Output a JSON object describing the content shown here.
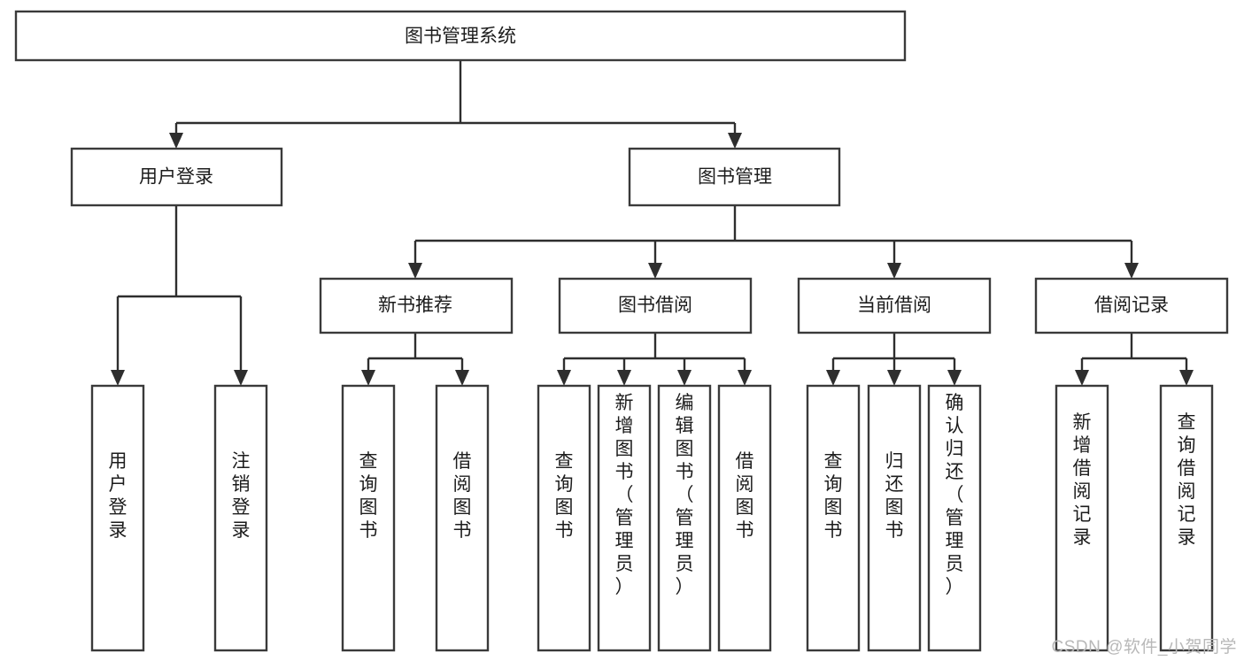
{
  "diagram": {
    "type": "tree",
    "title": "图书管理系统",
    "orientation": "top-down",
    "colors": {
      "box_stroke": "#3a3a3a",
      "box_fill": "#ffffff",
      "connector": "#2e2e2e",
      "text": "#1c1c1c",
      "watermark": "#b8b8b8",
      "background": "#ffffff"
    },
    "root": {
      "label": "图书管理系统"
    },
    "level2": [
      {
        "id": "user-login",
        "label": "用户登录"
      },
      {
        "id": "book-manage",
        "label": "图书管理"
      }
    ],
    "level3": [
      {
        "id": "new-book-recommend",
        "label": "新书推荐",
        "parent": "book-manage"
      },
      {
        "id": "book-borrow",
        "label": "图书借阅",
        "parent": "book-manage"
      },
      {
        "id": "current-borrow",
        "label": "当前借阅",
        "parent": "book-manage"
      },
      {
        "id": "borrow-record",
        "label": "借阅记录",
        "parent": "book-manage"
      }
    ],
    "leaves": {
      "user-login": [
        {
          "id": "leaf-user-login",
          "label": "用户登录"
        },
        {
          "id": "leaf-user-logout",
          "label": "注销登录"
        }
      ],
      "new-book-recommend": [
        {
          "id": "leaf-query-book-1",
          "label": "查询图书"
        },
        {
          "id": "leaf-borrow-book-1",
          "label": "借阅图书"
        }
      ],
      "book-borrow": [
        {
          "id": "leaf-query-book-2",
          "label": "查询图书"
        },
        {
          "id": "leaf-add-book",
          "label": "新增图书（管理员）"
        },
        {
          "id": "leaf-edit-book",
          "label": "编辑图书（管理员）"
        },
        {
          "id": "leaf-borrow-book-2",
          "label": "借阅图书"
        }
      ],
      "current-borrow": [
        {
          "id": "leaf-query-book-3",
          "label": "查询图书"
        },
        {
          "id": "leaf-return-book",
          "label": "归还图书"
        },
        {
          "id": "leaf-confirm-return",
          "label": "确认归还（管理员）"
        }
      ],
      "borrow-record": [
        {
          "id": "leaf-add-record",
          "label": "新增借阅记录"
        },
        {
          "id": "leaf-query-record",
          "label": "查询借阅记录"
        }
      ]
    }
  },
  "watermark": {
    "text": "CSDN @软件_小贺同学"
  }
}
